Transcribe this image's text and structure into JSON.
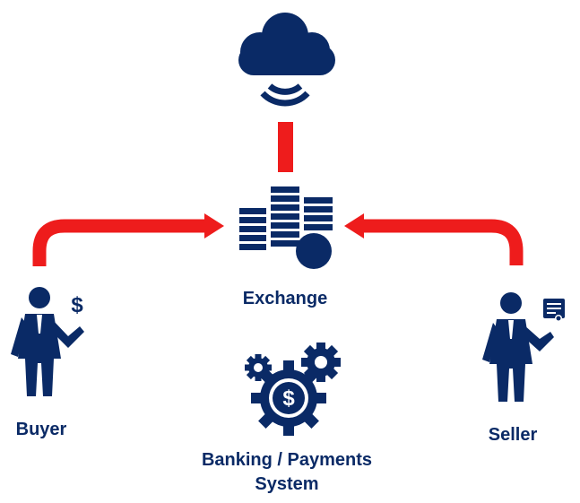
{
  "colors": {
    "icon": "#0a2a66",
    "arrow": "#ee1c1c",
    "text": "#0a2a66"
  },
  "nodes": {
    "cloud": {
      "icon": "cloud-wifi-icon"
    },
    "exchange": {
      "label": "Exchange",
      "icon": "coin-stacks-icon"
    },
    "buyer": {
      "label": "Buyer",
      "icon": "businessman-with-dollar-icon"
    },
    "seller": {
      "label": "Seller",
      "icon": "businessman-with-certificate-icon"
    },
    "banking": {
      "label_line1": "Banking / Payments",
      "label_line2": "System",
      "icon": "gears-dollar-icon"
    }
  },
  "edges": [
    {
      "from": "cloud",
      "to": "exchange"
    },
    {
      "from": "buyer",
      "to": "exchange"
    },
    {
      "from": "seller",
      "to": "exchange"
    }
  ]
}
